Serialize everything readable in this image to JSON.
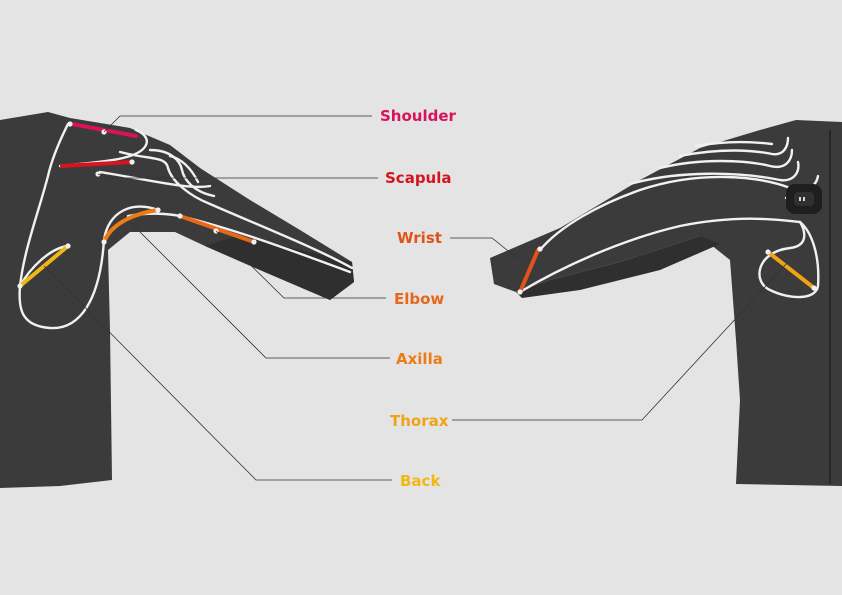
{
  "colors": {
    "background": "#e3e4e3",
    "garment": "#3b3b3b",
    "garment_shadow": "#2e2e2e",
    "seam": "#f1f1f1",
    "leader": "#333333"
  },
  "labels": {
    "shoulder": {
      "text": "Shoulder",
      "color": "#d8125b"
    },
    "scapula": {
      "text": "Scapula",
      "color": "#d7141e"
    },
    "wrist": {
      "text": "Wrist",
      "color": "#e2531a"
    },
    "elbow": {
      "text": "Elbow",
      "color": "#e8681a"
    },
    "axilla": {
      "text": "Axilla",
      "color": "#ec7c13"
    },
    "thorax": {
      "text": "Thorax",
      "color": "#f0a317"
    },
    "back": {
      "text": "Back",
      "color": "#f1b815"
    }
  },
  "left_garment": {
    "view": "back"
  },
  "right_garment": {
    "view": "front"
  },
  "control_unit": {
    "icon": "control-module-icon"
  }
}
